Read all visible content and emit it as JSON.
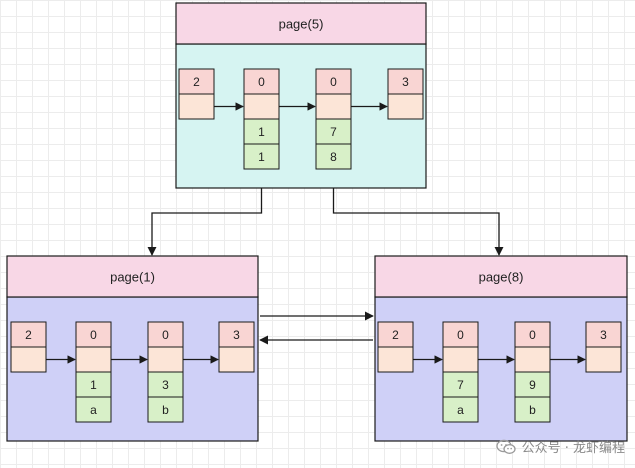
{
  "colors": {
    "header_fill": "#f8d7e6",
    "root_body_fill": "#d6f4f2",
    "leaf_body_fill": "#cfd0f7",
    "pink_cell": "#f9d5d3",
    "peach_cell": "#fce5d7",
    "green_cell": "#d8f0c8",
    "stroke": "#1a1a1a"
  },
  "pages": [
    {
      "id": "root",
      "title": "page(5)",
      "body_color": "root_body_fill",
      "records": [
        {
          "top": "2",
          "rows": []
        },
        {
          "top": "0",
          "rows": [
            "1",
            "1"
          ]
        },
        {
          "top": "0",
          "rows": [
            "7",
            "8"
          ]
        },
        {
          "top": "3",
          "rows": []
        }
      ]
    },
    {
      "id": "leaf-left",
      "title": "page(1)",
      "body_color": "leaf_body_fill",
      "records": [
        {
          "top": "2",
          "rows": []
        },
        {
          "top": "0",
          "rows": [
            "1",
            "a"
          ]
        },
        {
          "top": "0",
          "rows": [
            "3",
            "b"
          ]
        },
        {
          "top": "3",
          "rows": []
        }
      ]
    },
    {
      "id": "leaf-right",
      "title": "page(8)",
      "body_color": "leaf_body_fill",
      "records": [
        {
          "top": "2",
          "rows": []
        },
        {
          "top": "0",
          "rows": [
            "7",
            "a"
          ]
        },
        {
          "top": "0",
          "rows": [
            "9",
            "b"
          ]
        },
        {
          "top": "3",
          "rows": []
        }
      ]
    }
  ],
  "watermark": {
    "text": "公众号 · 龙虾编程",
    "icon": "wechat-icon"
  }
}
